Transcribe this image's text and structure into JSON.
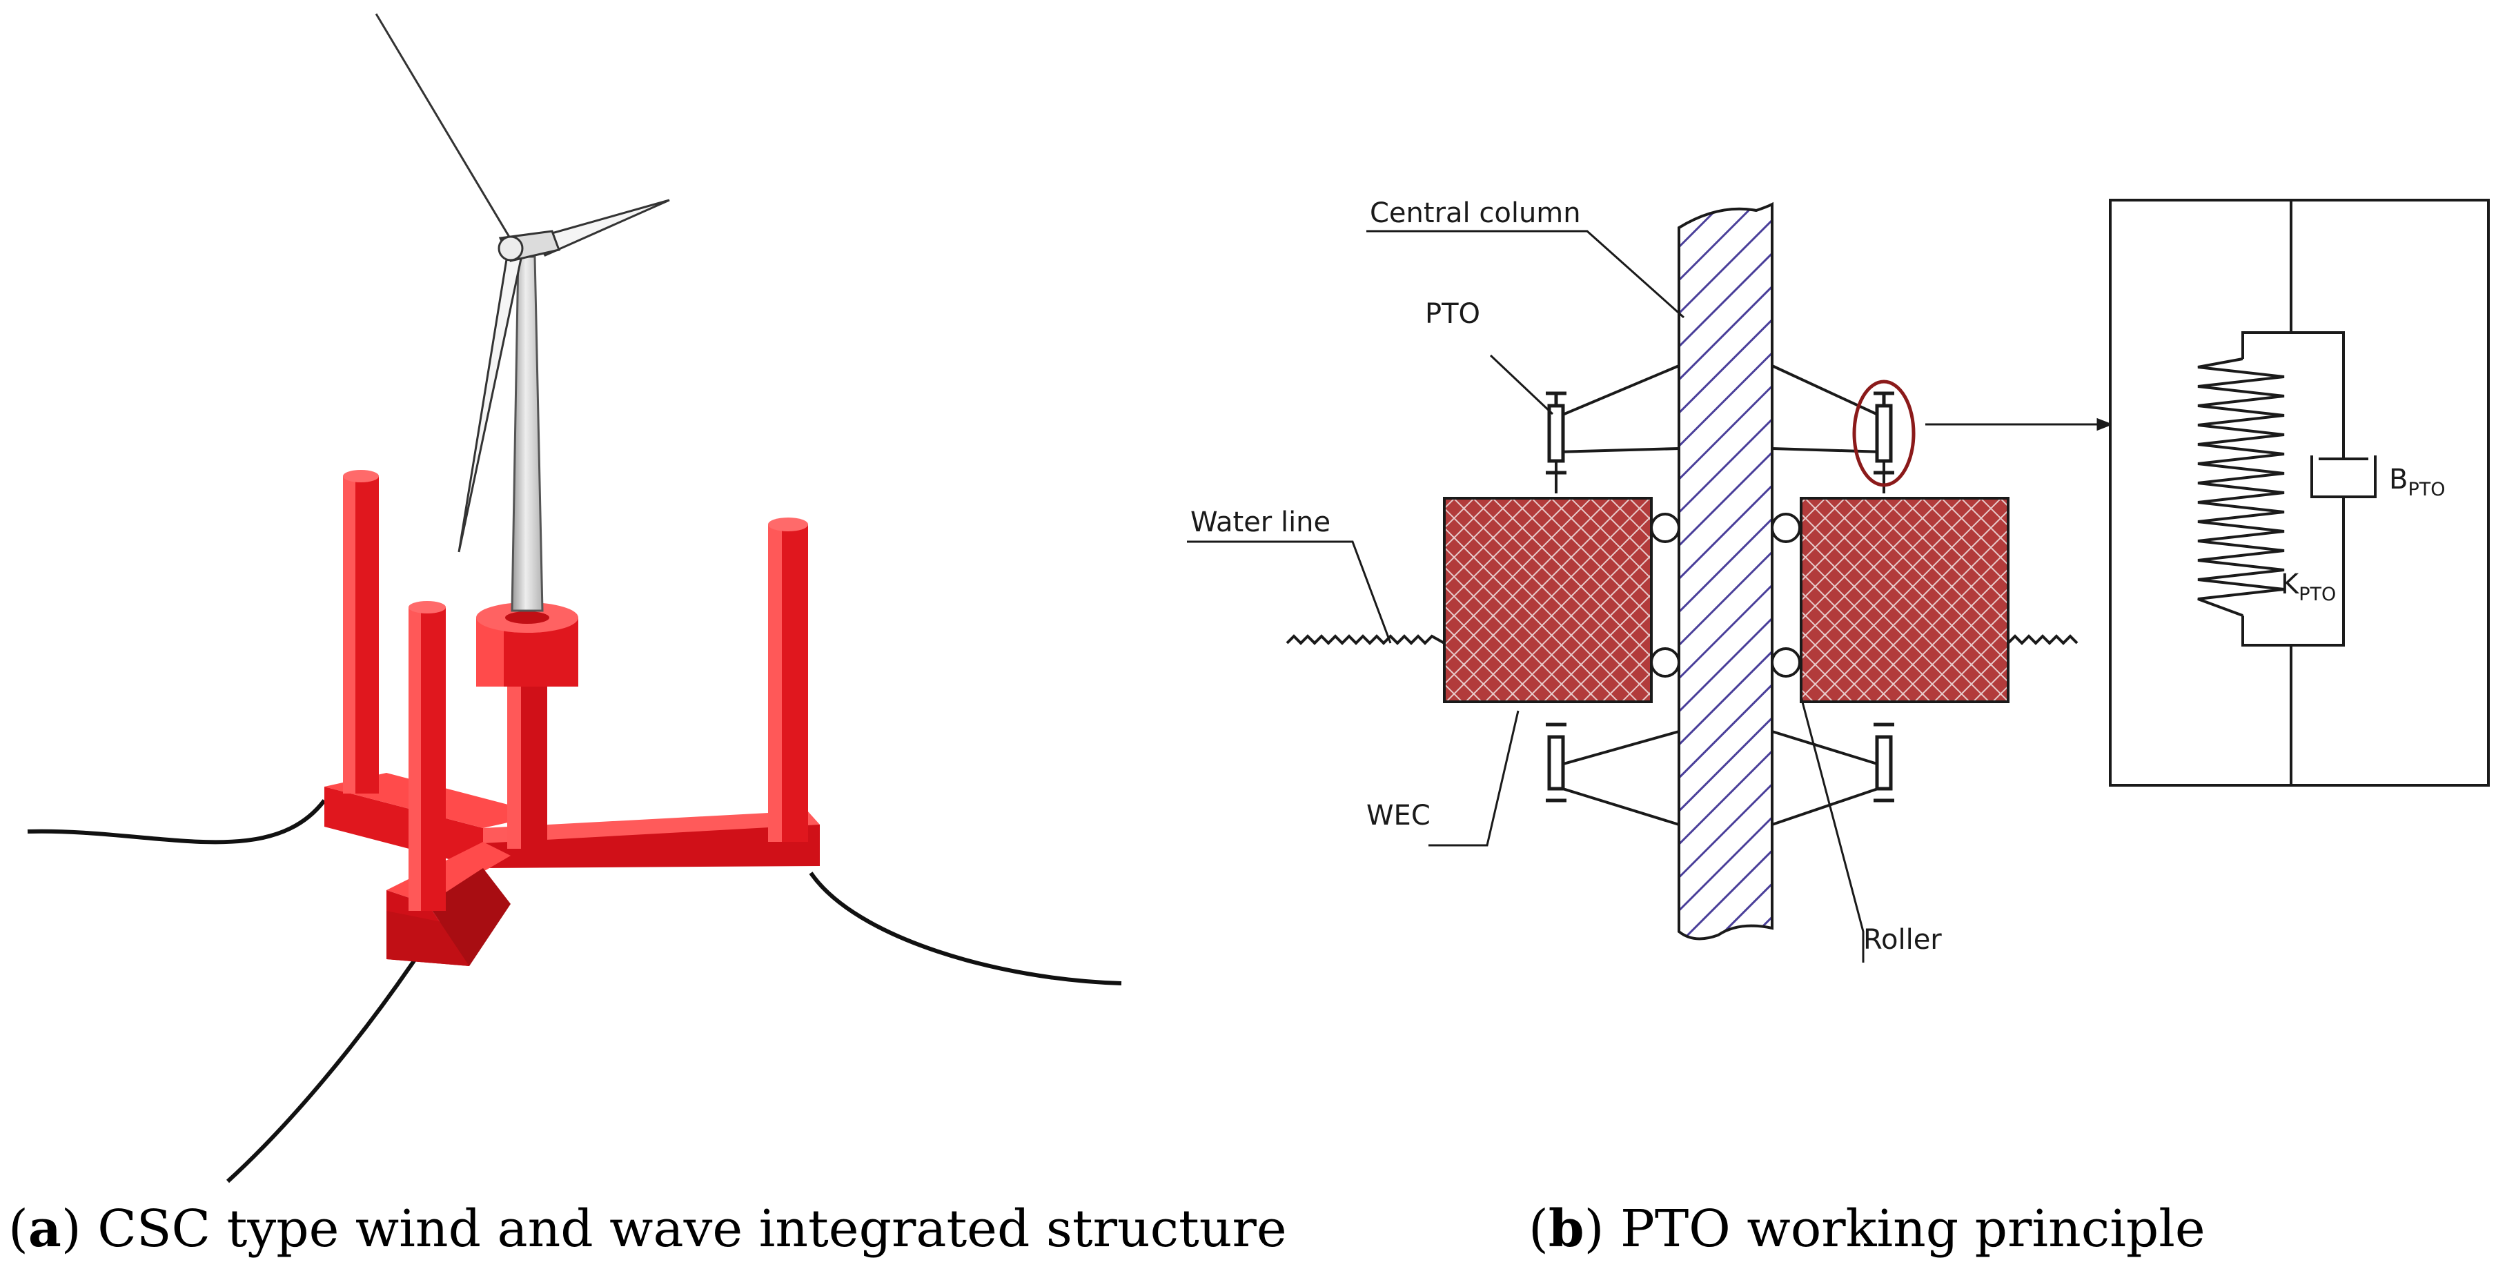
{
  "panel_a": {
    "caption_letter": "a",
    "caption_text": " CSC type wind and wave integrated structure"
  },
  "panel_b": {
    "caption_letter": "b",
    "caption_text": " PTO working principle",
    "labels": {
      "central_column": "Central column",
      "pto": "PTO",
      "water_line": "Water line",
      "wec": "WEC",
      "roller": "Roller",
      "b_main": "B",
      "b_sub": "PTO",
      "k_main": "K",
      "k_sub": "PTO"
    }
  },
  "colors": {
    "platform_red": "#e0171e",
    "platform_red_dark": "#a80d12",
    "wec_red": "#b23b3b",
    "column_blue": "#4a3f9a",
    "highlight_circle": "#8b1a1a"
  }
}
